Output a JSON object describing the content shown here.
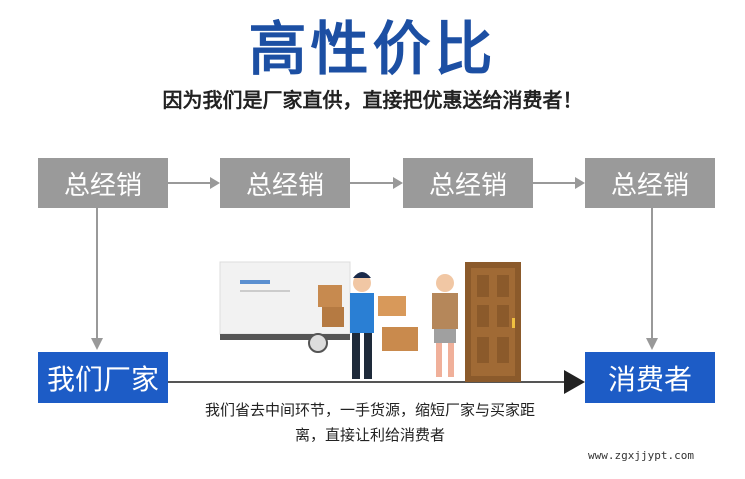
{
  "title": "高性价比",
  "subtitle": "因为我们是厂家直供，直接把优惠送给消费者！",
  "distributors": [
    "总经销",
    "总经销",
    "总经销",
    "总经销"
  ],
  "factory": "我们厂家",
  "consumer": "消费者",
  "caption_line1": "我们省去中间环节，一手货源，缩短厂家与买家距",
  "caption_line2": "离，直接让利给消费者",
  "watermark": "www.zgxjjypt.com"
}
